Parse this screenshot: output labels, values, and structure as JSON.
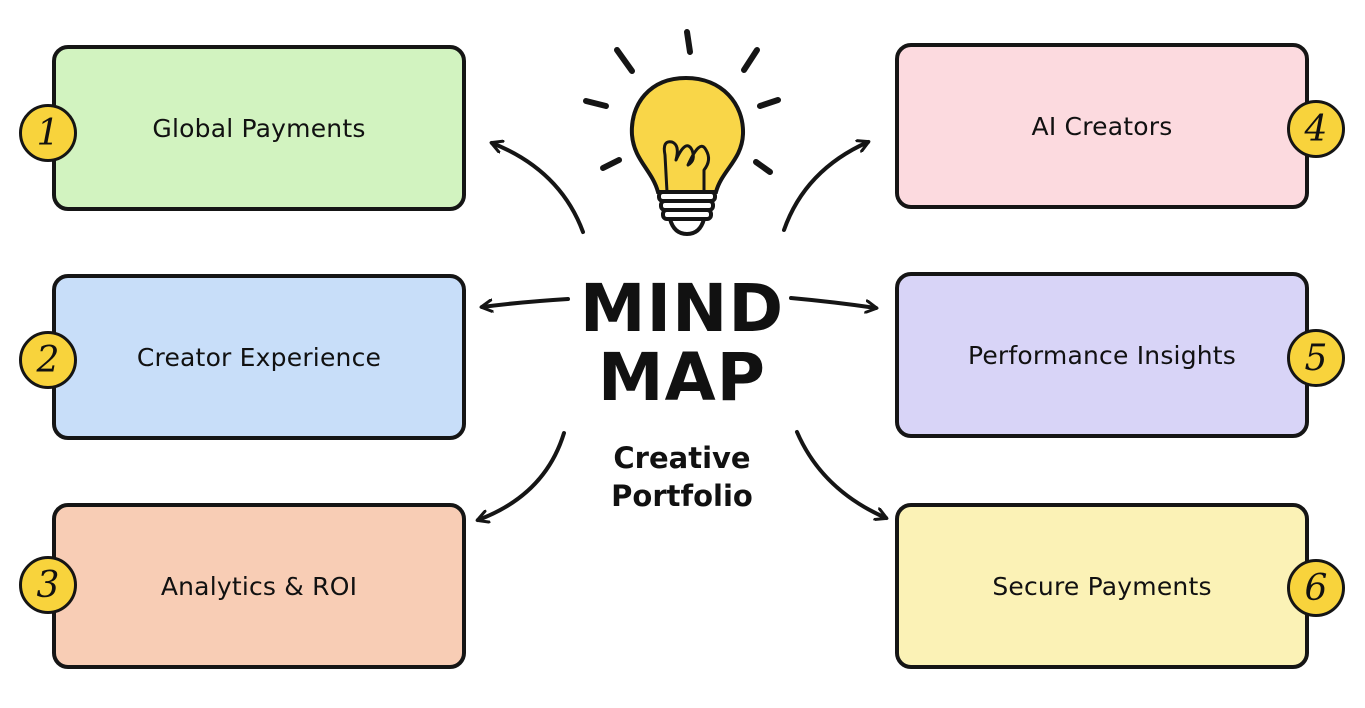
{
  "title_line1": "MIND",
  "title_line2": "MAP",
  "subtitle_line1": "Creative",
  "subtitle_line2": "Portfolio",
  "icon": "lightbulb-icon",
  "nodes": [
    {
      "number": "1",
      "label": "Global Payments",
      "color": "#d2f3c0"
    },
    {
      "number": "2",
      "label": "Creator Experience",
      "color": "#c8def9"
    },
    {
      "number": "3",
      "label": "Analytics & ROI",
      "color": "#f8cdb5"
    },
    {
      "number": "4",
      "label": "AI Creators",
      "color": "#fcdadf"
    },
    {
      "number": "5",
      "label": "Performance Insights",
      "color": "#d8d4f7"
    },
    {
      "number": "6",
      "label": "Secure Payments",
      "color": "#fbf2b6"
    }
  ],
  "colors": {
    "badge": "#f8d33c",
    "bulb": "#f9d648",
    "outline": "#151515"
  }
}
